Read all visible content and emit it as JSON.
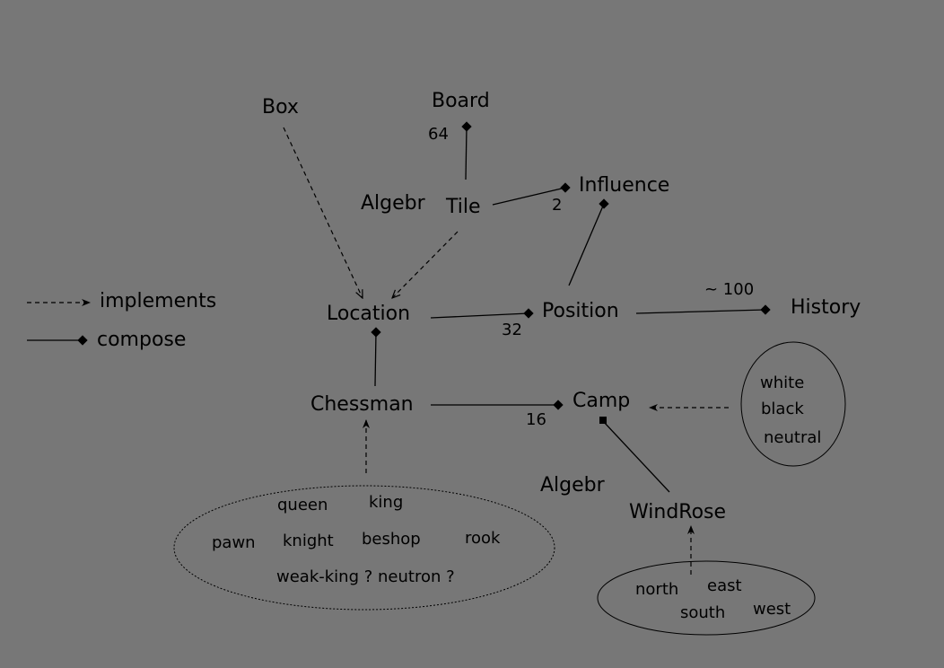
{
  "nodes": {
    "box": "Box",
    "board": "Board",
    "board_multiplicity": "64",
    "algebr_top": "Algebr",
    "tile": "Tile",
    "tile_influence_multiplicity": "2",
    "influence": "Influence",
    "location": "Location",
    "location_position_multiplicity": "32",
    "position": "Position",
    "history_multiplicity": "~ 100",
    "history": "History",
    "chessman": "Chessman",
    "chessman_camp_multiplicity": "16",
    "camp": "Camp",
    "algebr_bottom": "Algebr",
    "windrose": "WindRose"
  },
  "pieces": {
    "queen": "queen",
    "king": "king",
    "pawn": "pawn",
    "knight": "knight",
    "beshop": "beshop",
    "rook": "rook",
    "extra": "weak-king ? neutron ?"
  },
  "camps": {
    "white": "white",
    "black": "black",
    "neutral": "neutral"
  },
  "directions": {
    "north": "north",
    "east": "east",
    "south": "south",
    "west": "west"
  },
  "legend": {
    "implements": "implements",
    "compose": "compose"
  },
  "colors": {
    "background": "#777777",
    "ink": "#000000"
  }
}
